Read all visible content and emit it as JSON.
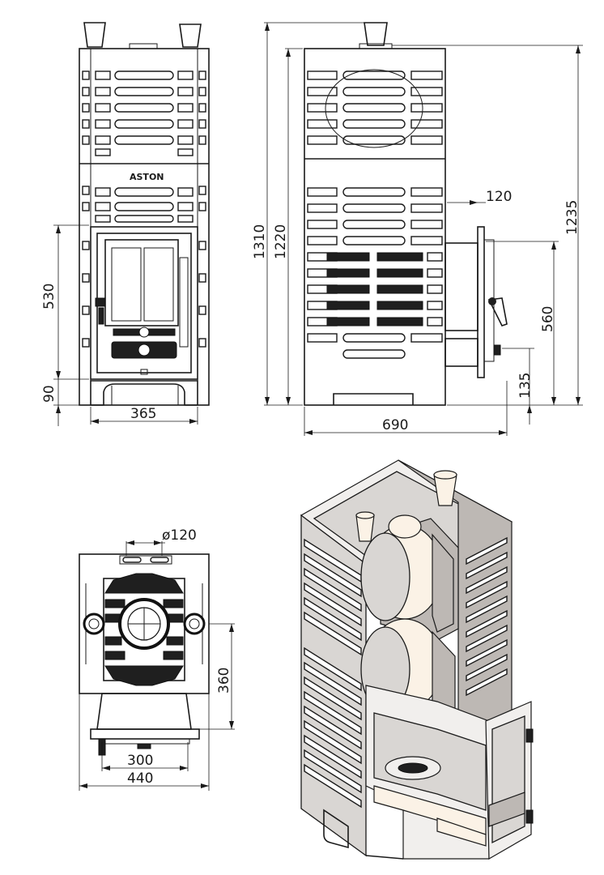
{
  "brand_logo": "ASTON",
  "dimensions": {
    "front_door_height": "530",
    "front_base_offset": "90",
    "front_width": "365",
    "side_total_height": "1310",
    "side_body_height": "1220",
    "side_flue_height": "1235",
    "side_flue_offset": "120",
    "side_door_height": "560",
    "side_base_offset": "135",
    "side_depth": "690",
    "top_flue_diameter": "ø120",
    "top_depth": "360",
    "top_inner_width": "300",
    "top_outer_width": "440"
  },
  "views": [
    "front-view",
    "side-view",
    "top-view",
    "isometric-section-view"
  ]
}
